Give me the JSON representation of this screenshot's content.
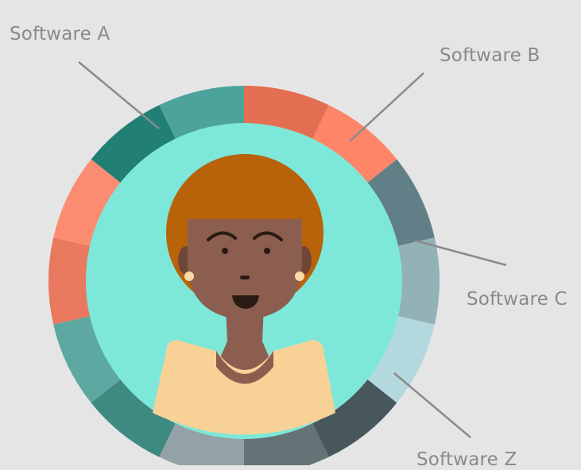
{
  "labels": {
    "software_a": "Software A",
    "software_b": "Software B",
    "software_c": "Software C",
    "software_z": "Software Z"
  },
  "colors": {
    "background": "#e5e5e5",
    "inner_circle": "#7de8d9",
    "label_text": "#8a8a8a",
    "leader_line": "#8a8a8a",
    "skin": "#8b5e4f",
    "hair": "#b8620a",
    "shirt": "#f7d196",
    "earring": "#f8dba8",
    "ring_segments": [
      "#4ca39b",
      "#e46e51",
      "#fe8567",
      "#617f86",
      "#92b2b8",
      "#b3d8dd",
      "#48575c",
      "#657276",
      "#93a2a6",
      "#3e8a81",
      "#5da9a1",
      "#e8795f",
      "#fb8c71",
      "#217f75"
    ]
  },
  "icons": [
    "person-avatar"
  ]
}
